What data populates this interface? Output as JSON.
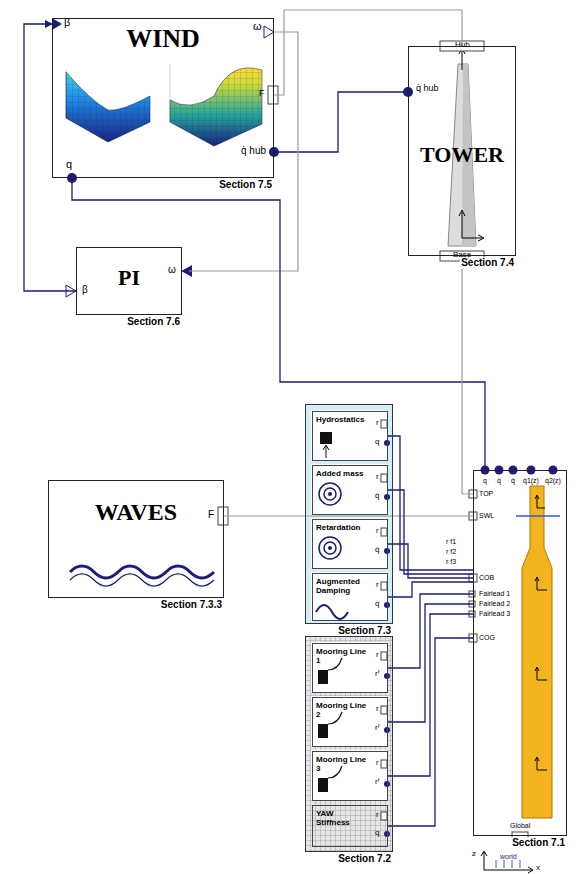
{
  "diagram": {
    "nodes": [
      {
        "text": [
          "WIND",
          "Section 7.5"
        ]
      },
      {
        "text": [
          "TOWER",
          "Section 7.4"
        ]
      },
      {
        "text": [
          "PI",
          "Section 7.6"
        ]
      },
      {
        "text": [
          "WAVES",
          "Section 7.3.3"
        ]
      },
      {
        "text": [
          "Section 7.3"
        ]
      },
      {
        "text": [
          "Hydrostatics"
        ],
        "in": 4
      },
      {
        "text": [
          "Added mass"
        ],
        "in": 4
      },
      {
        "text": [
          "Retardation"
        ],
        "in": 4
      },
      {
        "text": [
          "Augmented Damping"
        ],
        "in": 4
      },
      {
        "text": [
          "Section 7.2"
        ]
      },
      {
        "text": [
          "Mooring Line 1"
        ],
        "in": 9
      },
      {
        "text": [
          "Mooring Line 2"
        ],
        "in": 9
      },
      {
        "text": [
          "Mooring Line 3"
        ],
        "in": 9
      },
      {
        "text": [
          "YAW Stiffness"
        ],
        "in": 9
      },
      {
        "text": [
          "Section 7.1"
        ]
      }
    ],
    "edges": [
      {
        "from": 0,
        "to": 1,
        "arrow": "none"
      },
      {
        "from": 1,
        "to": 0,
        "arrow": "none"
      },
      {
        "from": 0,
        "to": 2,
        "arrow": "to"
      },
      {
        "from": 2,
        "to": 0,
        "arrow": "to"
      },
      {
        "from": 14,
        "to": 0,
        "arrow": "none"
      },
      {
        "from": 1,
        "to": 14,
        "arrow": "none"
      },
      {
        "from": 3,
        "to": 14,
        "arrow": "none"
      },
      {
        "from": 5,
        "to": 14,
        "arrow": "none"
      },
      {
        "from": 6,
        "to": 14,
        "arrow": "none"
      },
      {
        "from": 7,
        "to": 14,
        "arrow": "none"
      },
      {
        "from": 8,
        "to": 14,
        "arrow": "none"
      },
      {
        "from": 10,
        "to": 14,
        "arrow": "none"
      },
      {
        "from": 11,
        "to": 14,
        "arrow": "none"
      },
      {
        "from": 12,
        "to": 14,
        "arrow": "none"
      },
      {
        "from": 13,
        "to": 14,
        "arrow": "none"
      }
    ],
    "labels": [
      "β",
      "ω",
      "F",
      "q",
      "q̇ hub",
      "Hub",
      "q̇ hub",
      "Base",
      "β",
      "ω",
      "F",
      "r",
      "q",
      "r",
      "q̈",
      "r",
      "q̇",
      "r",
      "q̇",
      "r f1",
      "r f2",
      "r f3",
      "r",
      "rᶠ",
      "r",
      "rᶠ",
      "r",
      "rᶠ",
      "r",
      "q",
      "q",
      "q̇",
      "q̈",
      "q̇1(z)",
      "q̇2(z)",
      "TOP",
      "SWL",
      "COB",
      "Fairlead 1",
      "Fairlead 2",
      "Fairlead 3",
      "COG",
      "Global",
      "z",
      "world",
      "x"
    ]
  }
}
